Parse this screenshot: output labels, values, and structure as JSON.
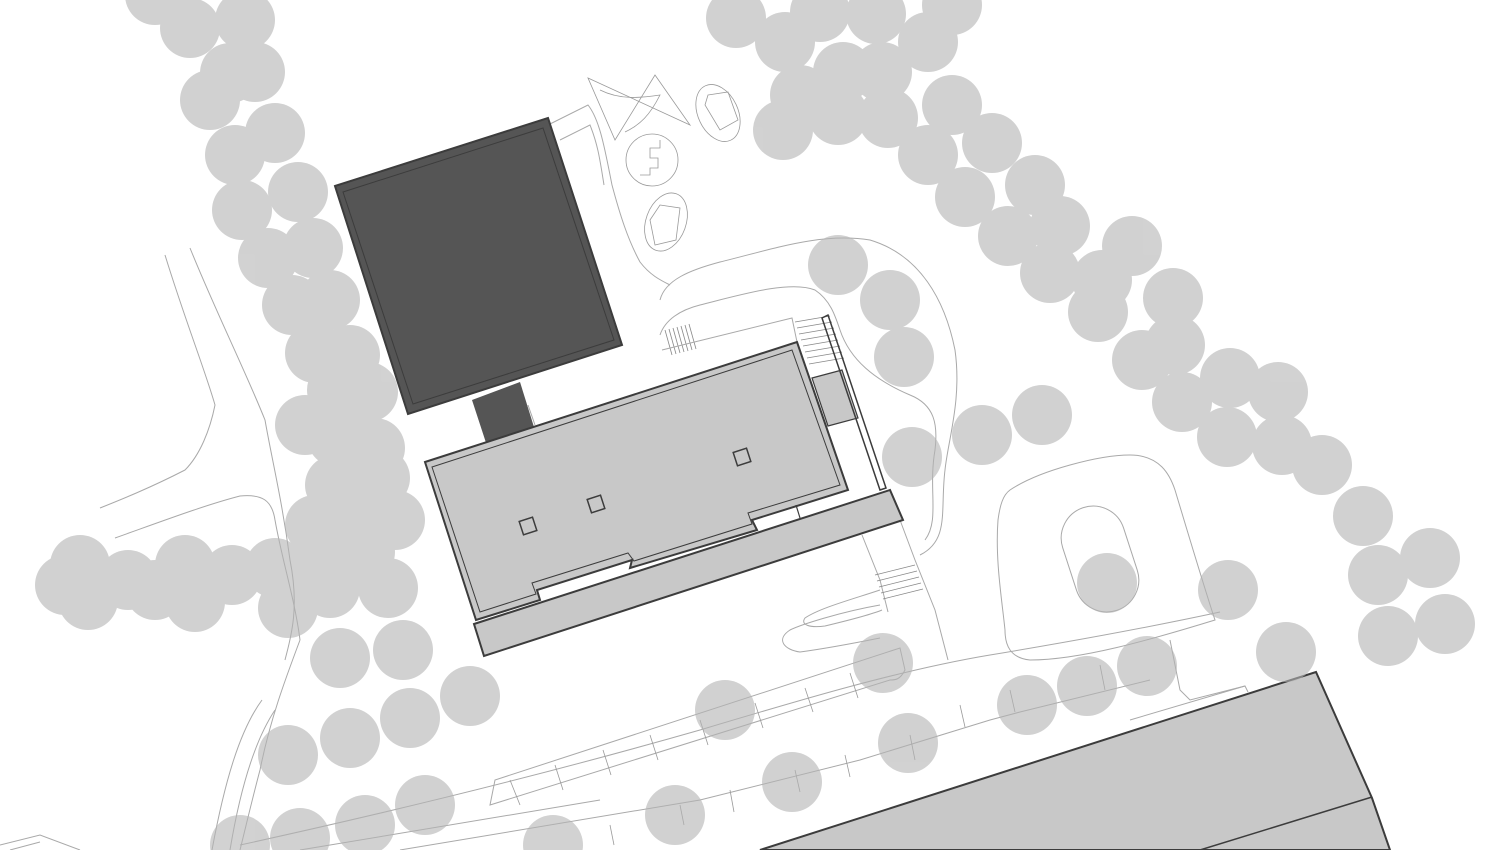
{
  "colors": {
    "background": "#ffffff",
    "tree_canopy": "#b4b4b4",
    "tree_opacity": "0.6",
    "dark_building": "#555555",
    "light_building": "#c8c8c8",
    "outline": "#3c3c3c",
    "path_line": "#a9a9a9"
  },
  "elements": {
    "trees": "tree-canopy",
    "dark_block": "main-hall",
    "light_block": "annex-building",
    "roads": "access-road",
    "parking": "parking-stalls"
  }
}
